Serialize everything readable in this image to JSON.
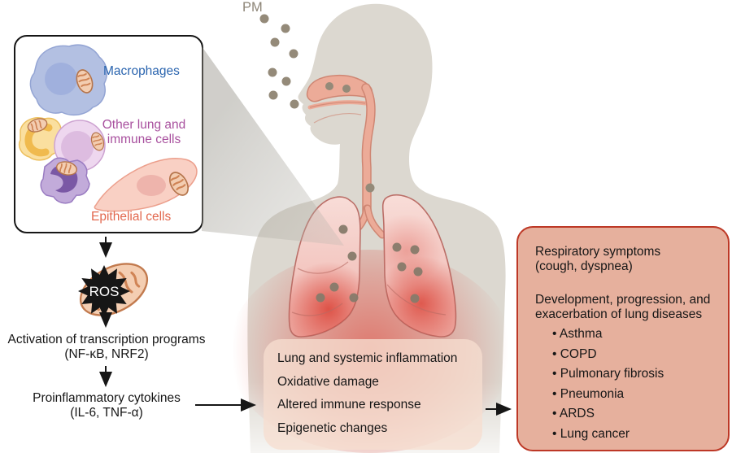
{
  "pm": {
    "label": "PM"
  },
  "inset": {
    "macrophages_label": "Macrophages",
    "other_cells_line1": "Other lung and",
    "other_cells_line2": "immune cells",
    "epithelial_label": "Epithelial cells"
  },
  "ros": {
    "label": "ROS"
  },
  "cascade": {
    "step1_line1": "Activation of transcription programs",
    "step1_line2": "(NF-κB, NRF2)",
    "step2_line1": "Proinflammatory cytokines",
    "step2_line2": "(IL-6, TNF-α)"
  },
  "effects_box": {
    "items": [
      "Lung and systemic inflammation",
      "Oxidative damage",
      "Altered immune response",
      "Epigenetic changes"
    ]
  },
  "outcomes_box": {
    "heading1_line1": "Respiratory symptoms",
    "heading1_line2": "(cough, dyspnea)",
    "heading2_line1": "Development, progression, and",
    "heading2_line2": "exacerbation of lung diseases",
    "items": [
      "Asthma",
      "COPD",
      "Pulmonary fibrosis",
      "Pneumonia",
      "ARDS",
      "Lung cancer"
    ]
  },
  "colors": {
    "macrophage_label": "#2b65af",
    "other_cells_label": "#a8509e",
    "epithelial_label": "#e2674d",
    "pm_label": "#8d8577",
    "body_silhouette": "#dcd8d0",
    "airway": "#ecab98",
    "lung_outline": "#bb6f68",
    "inflammation_red": "#e0463a",
    "outcomes_box_fill": "#e6b09d",
    "outcomes_box_border": "#bd3826",
    "pm_particle": "#948a79"
  }
}
